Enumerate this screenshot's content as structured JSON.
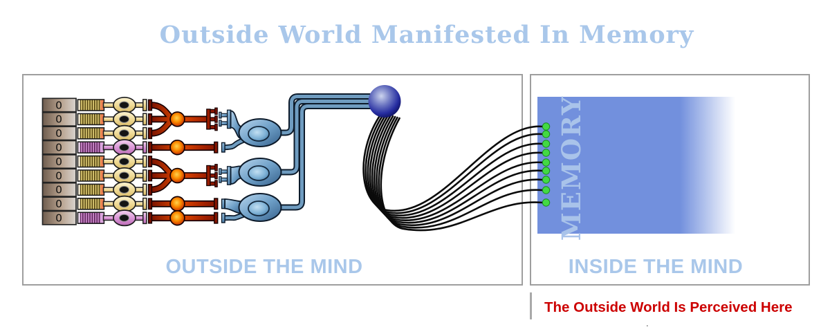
{
  "title": "Outside World Manifested In Memory",
  "left_panel": {
    "label": "OUTSIDE THE MIND"
  },
  "right_panel": {
    "label": "INSIDE THE MIND",
    "memory_label": "MEMORY",
    "memory_input_count": 9
  },
  "caption": {
    "text": "The Outside World Is Perceived Here"
  },
  "footer_dot": ".",
  "diagram": {
    "rows": [
      {
        "label": "0",
        "type": "cone"
      },
      {
        "label": "0",
        "type": "cone"
      },
      {
        "label": "0",
        "type": "cone"
      },
      {
        "label": "0",
        "type": "rod"
      },
      {
        "label": "0",
        "type": "cone"
      },
      {
        "label": "0",
        "type": "cone"
      },
      {
        "label": "0",
        "type": "cone"
      },
      {
        "label": "0",
        "type": "cone"
      },
      {
        "label": "0",
        "type": "rod"
      }
    ],
    "bipolar_groups": [
      {
        "rows": [
          0,
          1,
          2
        ]
      },
      {
        "rows": [
          3
        ]
      },
      {
        "rows": [
          4,
          5,
          6
        ]
      },
      {
        "rows": [
          7
        ]
      },
      {
        "rows": [
          8
        ]
      }
    ],
    "ganglion_cells": [
      {
        "primary": 0,
        "secondary": 1
      },
      {
        "primary": 2
      },
      {
        "primary": 3,
        "secondary": 4
      }
    ],
    "wire_count": 9
  },
  "colors": {
    "accent_text_blue": "#a9c7ea",
    "memory_block_blue": "#7290dd",
    "memory_label_blue": "#a9c3ea",
    "caption_red": "#cc0000",
    "wire_black": "#0b0b0b",
    "input_dot_green": "#43d943",
    "panel_border_gray": "#9e9e9e"
  }
}
